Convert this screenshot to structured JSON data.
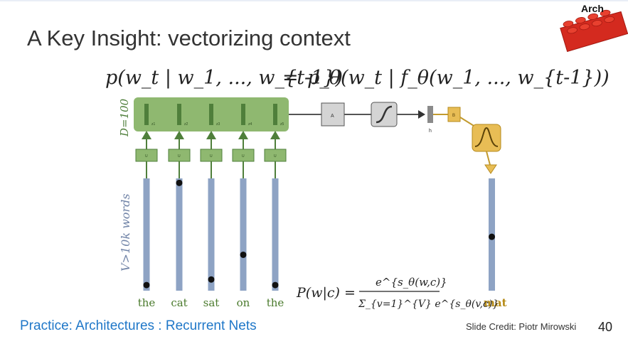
{
  "slide": {
    "title": "A Key Insight: vectorizing context",
    "badge": "Arch",
    "footer_link": "Practice: Architectures : Recurrent Nets",
    "credit": "Slide Credit: Piotr Mirowski",
    "page_number": "40"
  },
  "diagram": {
    "top_equation": {
      "lhs": "p(w_t | w_1, ..., w_{t-1})",
      "equals": "=",
      "rhs": "p_θ(w_t | f_θ(w_1, ..., w_{t-1}))"
    },
    "side_label_top": "D=100",
    "side_label_bottom": "V>10k words",
    "words": [
      "the",
      "cat",
      "sat",
      "on",
      "the"
    ],
    "one_hot_positions": [
      0.95,
      0.04,
      0.9,
      0.68,
      0.95
    ],
    "hidden_labels": [
      "z1",
      "z2",
      "z3",
      "z4",
      "z5"
    ],
    "u_label": "U",
    "a_label": "A",
    "h_label": "h",
    "b_label": "B",
    "output_word": "mat",
    "output_position": 0.52,
    "softmax_formula": {
      "lhs": "P(w|c) =",
      "numerator": "e^{s_θ(w,c)}",
      "denominator": "Σ_{v=1}^{V} e^{s_θ(v,c)}"
    },
    "colors": {
      "green": "#8fb870",
      "green_dark": "#4f7f3b",
      "column": "#8ea3c4",
      "gray_box": "#d4d4d4",
      "gold": "#e8bd55",
      "gold_dark": "#b68a1c",
      "word_green": "#4a7a2c",
      "word_gold": "#b58a15"
    }
  }
}
